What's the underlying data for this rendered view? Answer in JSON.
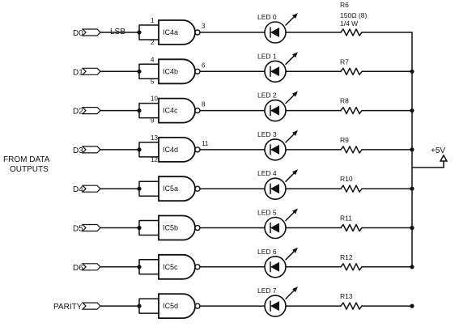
{
  "labels": {
    "lsb": "LSB",
    "from_data": "FROM DATA",
    "outputs": "OUTPUTS",
    "supply": "+5V",
    "r6_value": "150Ω (8)",
    "r6_power": "1/4 W"
  },
  "rows": [
    {
      "input": "D0",
      "gate": "IC4a",
      "led": "LED 0",
      "resistor": "R6",
      "pin_a": "1",
      "pin_b": "2",
      "pin_out": "3"
    },
    {
      "input": "D1",
      "gate": "IC4b",
      "led": "LED 1",
      "resistor": "R7",
      "pin_a": "4",
      "pin_b": "5",
      "pin_out": "6"
    },
    {
      "input": "D2",
      "gate": "IC4c",
      "led": "LED 2",
      "resistor": "R8",
      "pin_a": "10",
      "pin_b": "9",
      "pin_out": "8"
    },
    {
      "input": "D3",
      "gate": "IC4d",
      "led": "LED 3",
      "resistor": "R9",
      "pin_a": "13",
      "pin_b": "12",
      "pin_out": "11"
    },
    {
      "input": "D4",
      "gate": "IC5a",
      "led": "LED 4",
      "resistor": "R10",
      "pin_a": "",
      "pin_b": "",
      "pin_out": ""
    },
    {
      "input": "D5",
      "gate": "IC5b",
      "led": "LED 5",
      "resistor": "R11",
      "pin_a": "",
      "pin_b": "",
      "pin_out": ""
    },
    {
      "input": "D6",
      "gate": "IC5c",
      "led": "LED 6",
      "resistor": "R12",
      "pin_a": "",
      "pin_b": "",
      "pin_out": ""
    },
    {
      "input": "PARITY",
      "gate": "IC5d",
      "led": "LED 7",
      "resistor": "R13",
      "pin_a": "",
      "pin_b": "",
      "pin_out": ""
    }
  ]
}
